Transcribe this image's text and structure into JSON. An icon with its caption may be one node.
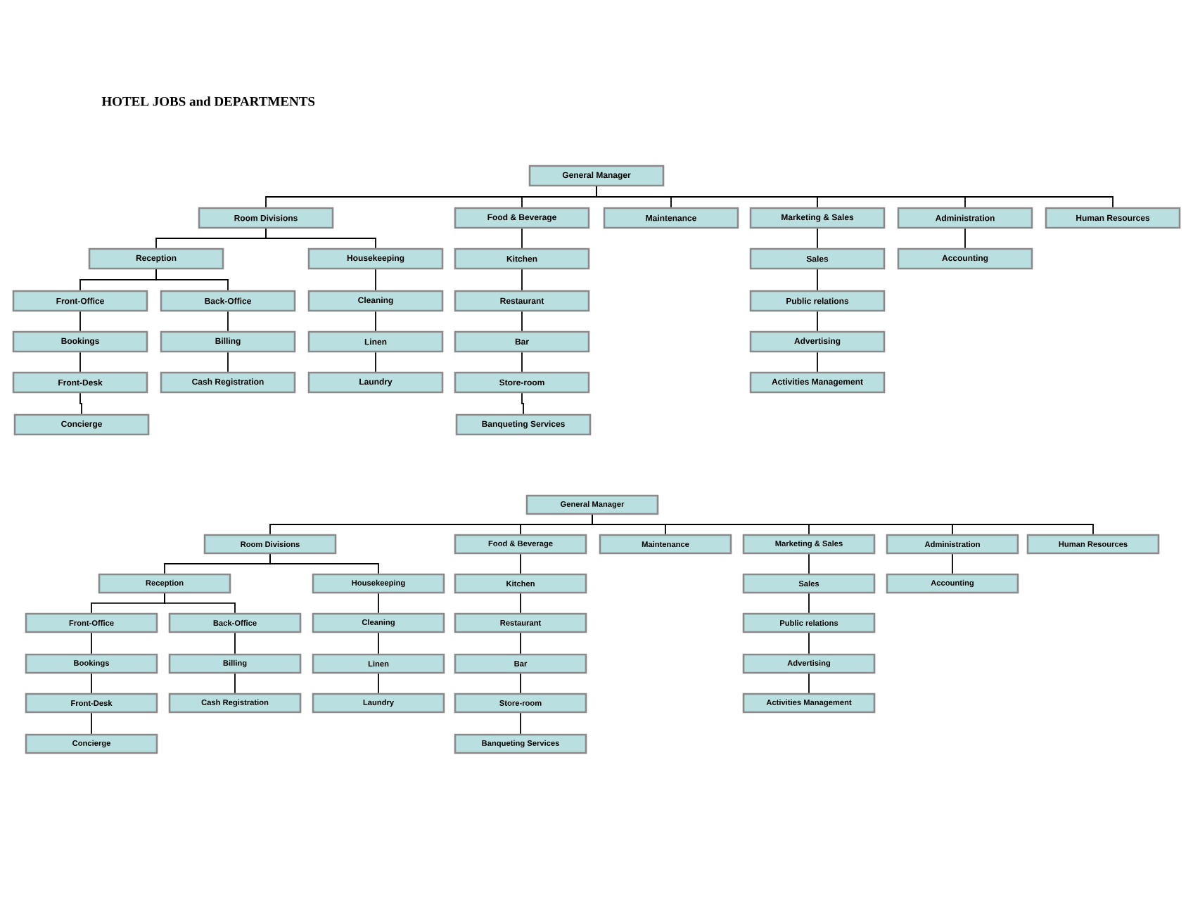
{
  "diagram": {
    "title": "HOTEL JOBS and DEPARTMENTS",
    "nodes": [
      {
        "text": [
          "General Manager"
        ]
      },
      {
        "text": [
          "Room Divisions"
        ]
      },
      {
        "text": [
          "Food & Beverage"
        ]
      },
      {
        "text": [
          "Maintenance"
        ]
      },
      {
        "text": [
          "Marketing & Sales"
        ]
      },
      {
        "text": [
          "Administration"
        ]
      },
      {
        "text": [
          "Human Resources"
        ]
      },
      {
        "text": [
          "Reception"
        ]
      },
      {
        "text": [
          "Housekeeping"
        ]
      },
      {
        "text": [
          "Kitchen"
        ]
      },
      {
        "text": [
          "Sales"
        ]
      },
      {
        "text": [
          "Accounting"
        ]
      },
      {
        "text": [
          "Front-Office"
        ]
      },
      {
        "text": [
          "Back-Office"
        ]
      },
      {
        "text": [
          "Cleaning"
        ]
      },
      {
        "text": [
          "Restaurant"
        ]
      },
      {
        "text": [
          "Public relations"
        ]
      },
      {
        "text": [
          "Bookings"
        ]
      },
      {
        "text": [
          "Billing"
        ]
      },
      {
        "text": [
          "Linen"
        ]
      },
      {
        "text": [
          "Bar"
        ]
      },
      {
        "text": [
          "Advertising"
        ]
      },
      {
        "text": [
          "Front-Desk"
        ]
      },
      {
        "text": [
          "Cash Registration"
        ]
      },
      {
        "text": [
          "Laundry"
        ]
      },
      {
        "text": [
          "Store-room"
        ]
      },
      {
        "text": [
          "Activities Management"
        ]
      },
      {
        "text": [
          "Concierge"
        ]
      },
      {
        "text": [
          "Banqueting Services"
        ]
      },
      {
        "text": [
          "General Manager"
        ]
      },
      {
        "text": [
          "Room Divisions"
        ]
      },
      {
        "text": [
          "Food & Beverage"
        ]
      },
      {
        "text": [
          "Maintenance"
        ]
      },
      {
        "text": [
          "Marketing & Sales"
        ]
      },
      {
        "text": [
          "Administration"
        ]
      },
      {
        "text": [
          "Human Resources"
        ]
      },
      {
        "text": [
          "Reception"
        ]
      },
      {
        "text": [
          "Housekeeping"
        ]
      },
      {
        "text": [
          "Kitchen"
        ]
      },
      {
        "text": [
          "Sales"
        ]
      },
      {
        "text": [
          "Accounting"
        ]
      },
      {
        "text": [
          "Front-Office"
        ]
      },
      {
        "text": [
          "Back-Office"
        ]
      },
      {
        "text": [
          "Cleaning"
        ]
      },
      {
        "text": [
          "Restaurant"
        ]
      },
      {
        "text": [
          "Public relations"
        ]
      },
      {
        "text": [
          "Bookings"
        ]
      },
      {
        "text": [
          "Billing"
        ]
      },
      {
        "text": [
          "Linen"
        ]
      },
      {
        "text": [
          "Bar"
        ]
      },
      {
        "text": [
          "Advertising"
        ]
      },
      {
        "text": [
          "Front-Desk"
        ]
      },
      {
        "text": [
          "Cash Registration"
        ]
      },
      {
        "text": [
          "Laundry"
        ]
      },
      {
        "text": [
          "Store-room"
        ]
      },
      {
        "text": [
          "Activities Management"
        ]
      },
      {
        "text": [
          "Concierge"
        ]
      },
      {
        "text": [
          "Banqueting Services"
        ]
      }
    ],
    "edges": [
      {
        "from": 0,
        "to": 1,
        "arrow": "none"
      },
      {
        "from": 0,
        "to": 2,
        "arrow": "none"
      },
      {
        "from": 0,
        "to": 3,
        "arrow": "none"
      },
      {
        "from": 0,
        "to": 4,
        "arrow": "none"
      },
      {
        "from": 0,
        "to": 5,
        "arrow": "none"
      },
      {
        "from": 0,
        "to": 6,
        "arrow": "none"
      },
      {
        "from": 1,
        "to": 7,
        "arrow": "none"
      },
      {
        "from": 1,
        "to": 8,
        "arrow": "none"
      },
      {
        "from": 2,
        "to": 9,
        "arrow": "none"
      },
      {
        "from": 4,
        "to": 10,
        "arrow": "none"
      },
      {
        "from": 5,
        "to": 11,
        "arrow": "none"
      },
      {
        "from": 7,
        "to": 12,
        "arrow": "none"
      },
      {
        "from": 7,
        "to": 13,
        "arrow": "none"
      },
      {
        "from": 8,
        "to": 14,
        "arrow": "none"
      },
      {
        "from": 9,
        "to": 15,
        "arrow": "none"
      },
      {
        "from": 10,
        "to": 16,
        "arrow": "none"
      },
      {
        "from": 12,
        "to": 17,
        "arrow": "none"
      },
      {
        "from": 13,
        "to": 18,
        "arrow": "none"
      },
      {
        "from": 14,
        "to": 19,
        "arrow": "none"
      },
      {
        "from": 15,
        "to": 20,
        "arrow": "none"
      },
      {
        "from": 16,
        "to": 21,
        "arrow": "none"
      },
      {
        "from": 17,
        "to": 22,
        "arrow": "none"
      },
      {
        "from": 18,
        "to": 23,
        "arrow": "none"
      },
      {
        "from": 19,
        "to": 24,
        "arrow": "none"
      },
      {
        "from": 20,
        "to": 25,
        "arrow": "none"
      },
      {
        "from": 21,
        "to": 26,
        "arrow": "none"
      },
      {
        "from": 22,
        "to": 27,
        "arrow": "none"
      },
      {
        "from": 25,
        "to": 28,
        "arrow": "none"
      },
      {
        "from": 29,
        "to": 30,
        "arrow": "none"
      },
      {
        "from": 29,
        "to": 31,
        "arrow": "none"
      },
      {
        "from": 29,
        "to": 32,
        "arrow": "none"
      },
      {
        "from": 29,
        "to": 33,
        "arrow": "none"
      },
      {
        "from": 29,
        "to": 34,
        "arrow": "none"
      },
      {
        "from": 29,
        "to": 35,
        "arrow": "none"
      },
      {
        "from": 30,
        "to": 36,
        "arrow": "none"
      },
      {
        "from": 30,
        "to": 37,
        "arrow": "none"
      },
      {
        "from": 31,
        "to": 38,
        "arrow": "none"
      },
      {
        "from": 33,
        "to": 39,
        "arrow": "none"
      },
      {
        "from": 34,
        "to": 40,
        "arrow": "none"
      },
      {
        "from": 36,
        "to": 41,
        "arrow": "none"
      },
      {
        "from": 36,
        "to": 42,
        "arrow": "none"
      },
      {
        "from": 37,
        "to": 43,
        "arrow": "none"
      },
      {
        "from": 38,
        "to": 44,
        "arrow": "none"
      },
      {
        "from": 39,
        "to": 45,
        "arrow": "none"
      },
      {
        "from": 41,
        "to": 46,
        "arrow": "none"
      },
      {
        "from": 42,
        "to": 47,
        "arrow": "none"
      },
      {
        "from": 43,
        "to": 48,
        "arrow": "none"
      },
      {
        "from": 44,
        "to": 49,
        "arrow": "none"
      },
      {
        "from": 45,
        "to": 50,
        "arrow": "none"
      },
      {
        "from": 46,
        "to": 51,
        "arrow": "none"
      },
      {
        "from": 47,
        "to": 52,
        "arrow": "none"
      },
      {
        "from": 48,
        "to": 53,
        "arrow": "none"
      },
      {
        "from": 49,
        "to": 54,
        "arrow": "none"
      },
      {
        "from": 50,
        "to": 55,
        "arrow": "none"
      },
      {
        "from": 51,
        "to": 56,
        "arrow": "none"
      },
      {
        "from": 54,
        "to": 57,
        "arrow": "none"
      }
    ]
  }
}
